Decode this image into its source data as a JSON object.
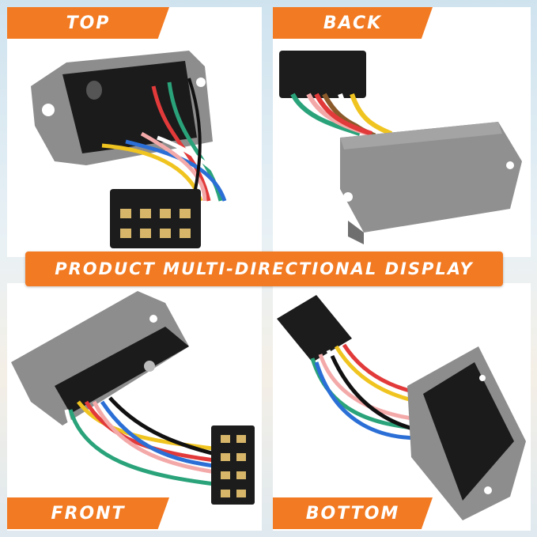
{
  "labels": {
    "top": "TOP",
    "back": "BACK",
    "front": "FRONT",
    "bottom": "BOTTOM",
    "banner": "PRODUCT MULTI-DIRECTIONAL DISPLAY"
  },
  "colors": {
    "accent": "#f27a22",
    "housing": "#8d8d8d",
    "housing_dark": "#6f6f6f",
    "connector": "#1c1c1c"
  },
  "wire_colors": [
    "#e23a3a",
    "#2aa37a",
    "#f0c420",
    "#2b6fd6",
    "#f4a9a9",
    "#ffffff",
    "#8b5a2b",
    "#111111"
  ],
  "icons": {
    "product": "voltage-regulator-icon"
  }
}
